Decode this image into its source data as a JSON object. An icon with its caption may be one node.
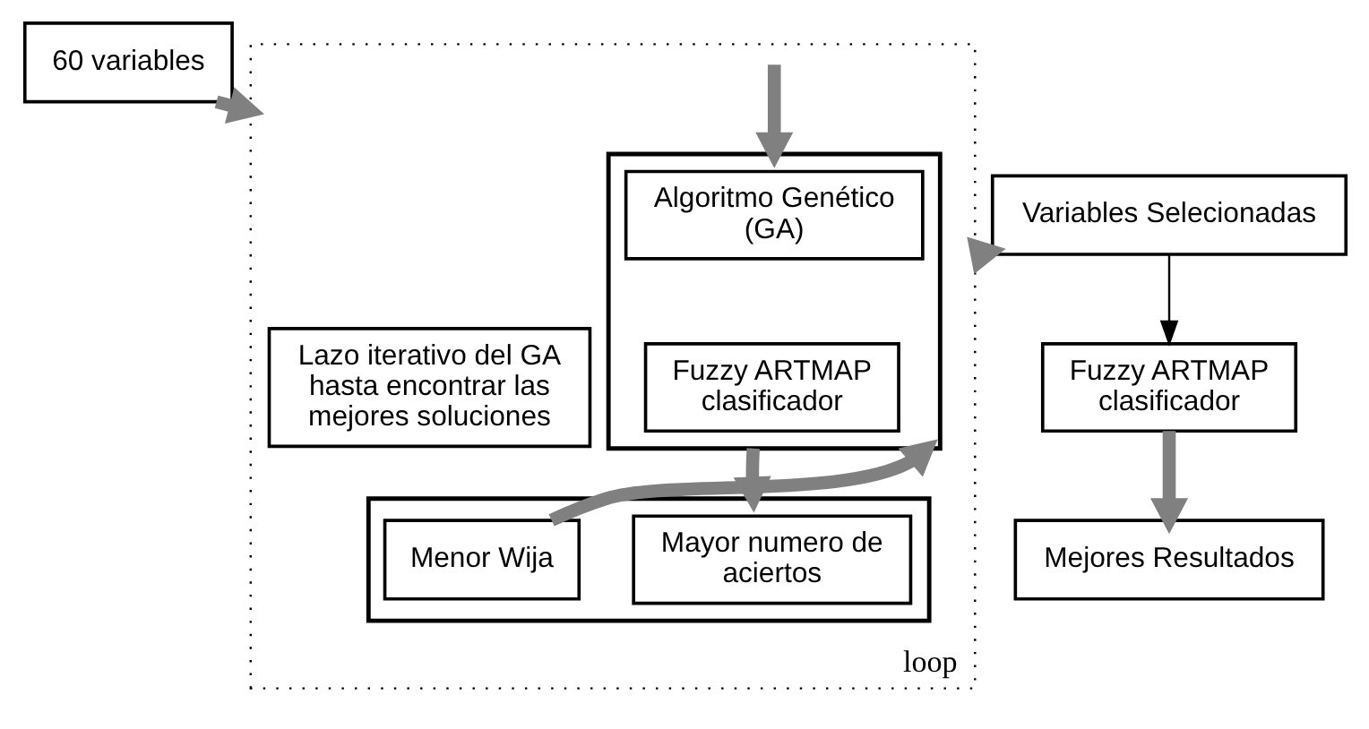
{
  "diagram": {
    "nodes": [
      {
        "text": [
          "60 variables"
        ]
      },
      {
        "text": [
          "loop"
        ]
      },
      {
        "text": [],
        "shape": "box",
        "in": 1
      },
      {
        "text": [
          "Algoritmo Genético (GA)"
        ],
        "in": 2
      },
      {
        "text": [
          "Fuzzy ARTMAP clasificador"
        ],
        "in": 2
      },
      {
        "text": [],
        "shape": "box",
        "in": 1
      },
      {
        "text": [
          "Mayor numero de aciertos"
        ],
        "in": 5
      },
      {
        "text": [
          "Menor Wija"
        ],
        "in": 5
      },
      {
        "text": [
          "Lazo iterativo del GA hasta encontrar las mejores soluciones"
        ],
        "in": 1
      },
      {
        "text": [
          "Variables Selecionadas"
        ]
      },
      {
        "text": [
          "Fuzzy ARTMAP clasificador"
        ]
      },
      {
        "text": [
          "Mejores Resultados"
        ]
      }
    ],
    "edges": [
      {
        "from": 0,
        "to": 1,
        "arrow": "to"
      },
      {
        "from": null,
        "to": 2,
        "arrow": "to"
      },
      {
        "from": 2,
        "to": 5,
        "arrow": "to"
      },
      {
        "from": 7,
        "to": 2,
        "arrow": "to"
      },
      {
        "from": 1,
        "to": 9,
        "arrow": "to"
      },
      {
        "from": 9,
        "to": 10,
        "arrow": "to",
        "color": "#000000"
      },
      {
        "from": 10,
        "to": 11,
        "arrow": "to"
      }
    ]
  }
}
